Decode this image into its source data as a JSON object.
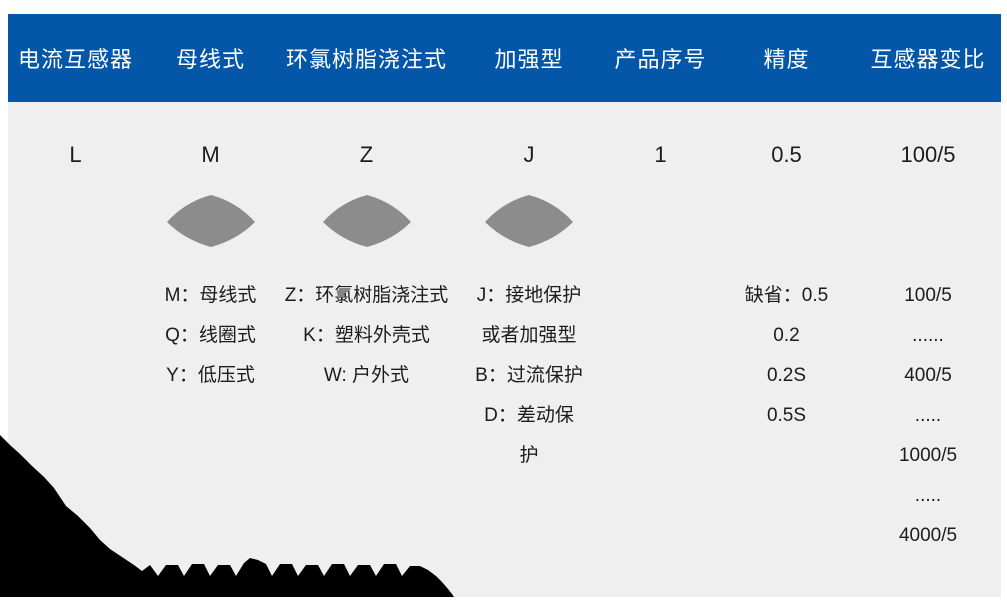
{
  "colors": {
    "page-bg": "#ffffff",
    "header-bg": "#0356a8",
    "header-text": "#ffffff",
    "panel-bg": "#efefef",
    "diamond-color": "#8c8c8c",
    "text-dark": "#1c1c1c",
    "silhouette-color": "#000000"
  },
  "header": {
    "columns": [
      "电流互感器",
      "母线式",
      "环氯树脂浇注式",
      "加强型",
      "产品序号",
      "精度",
      "互感器变比"
    ]
  },
  "columns": [
    {
      "label": "电流互感器",
      "code": "L",
      "items": []
    },
    {
      "label": "母线式",
      "code": "M",
      "items": [
        "M：母线式",
        "Q：线圈式",
        "Y：低压式"
      ]
    },
    {
      "label": "环氯树脂浇注式",
      "code": "Z",
      "items": [
        "Z：环氯树脂浇注式",
        "K：塑料外壳式",
        "W: 户外式"
      ]
    },
    {
      "label": "加强型",
      "code": "J",
      "items": [
        "J：接地保护",
        "或者加强型",
        "B：过流保护",
        "D：差动保",
        "护"
      ]
    },
    {
      "label": "产品序号",
      "code": "1",
      "items": []
    },
    {
      "label": "精度",
      "code": "0.5",
      "items": [
        "缺省：0.5",
        "0.2",
        "0.2S",
        "0.5S"
      ]
    },
    {
      "label": "互感器变比",
      "code": "100/5",
      "items": [
        "100/5",
        "......",
        "400/5",
        ".....",
        "1000/5",
        ".....",
        "4000/5"
      ]
    }
  ]
}
